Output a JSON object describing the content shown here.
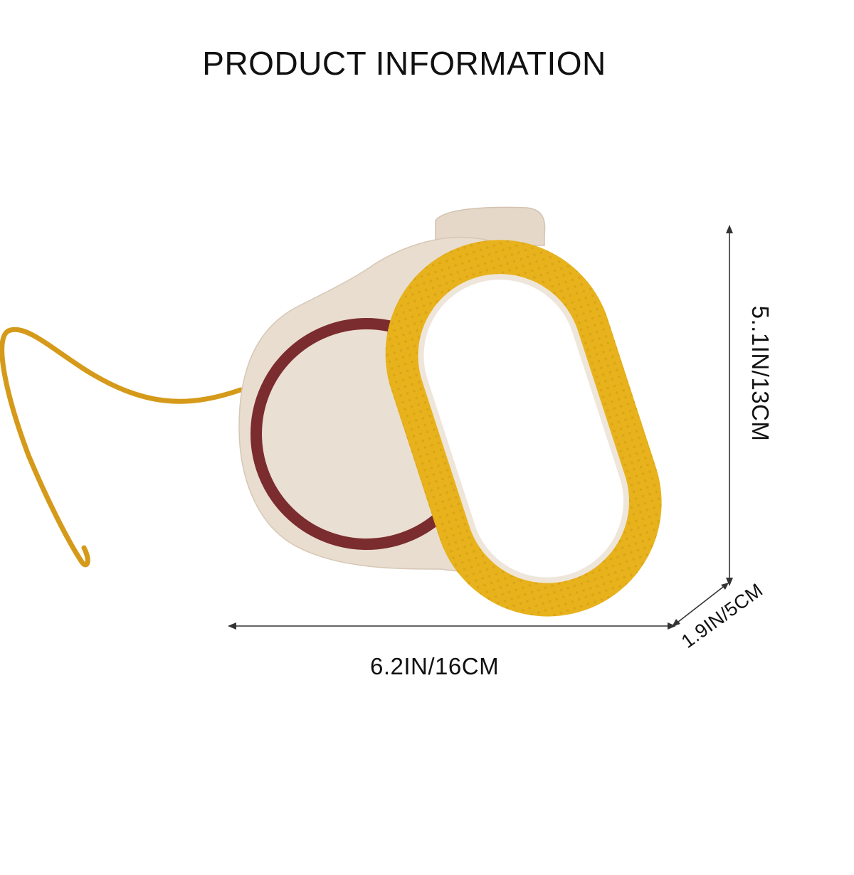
{
  "page": {
    "title": "PRODUCT INFORMATION"
  },
  "dimensions": {
    "width_label": "6.2IN/16CM",
    "height_label": "5..1IN/13CM",
    "depth_label": "1.9IN/5CM"
  },
  "product": {
    "body_color": "#e9ddd0",
    "ring_color": "#7a2c2e",
    "handle_color": "#e7b21c",
    "cord_color": "#d59a1a"
  }
}
